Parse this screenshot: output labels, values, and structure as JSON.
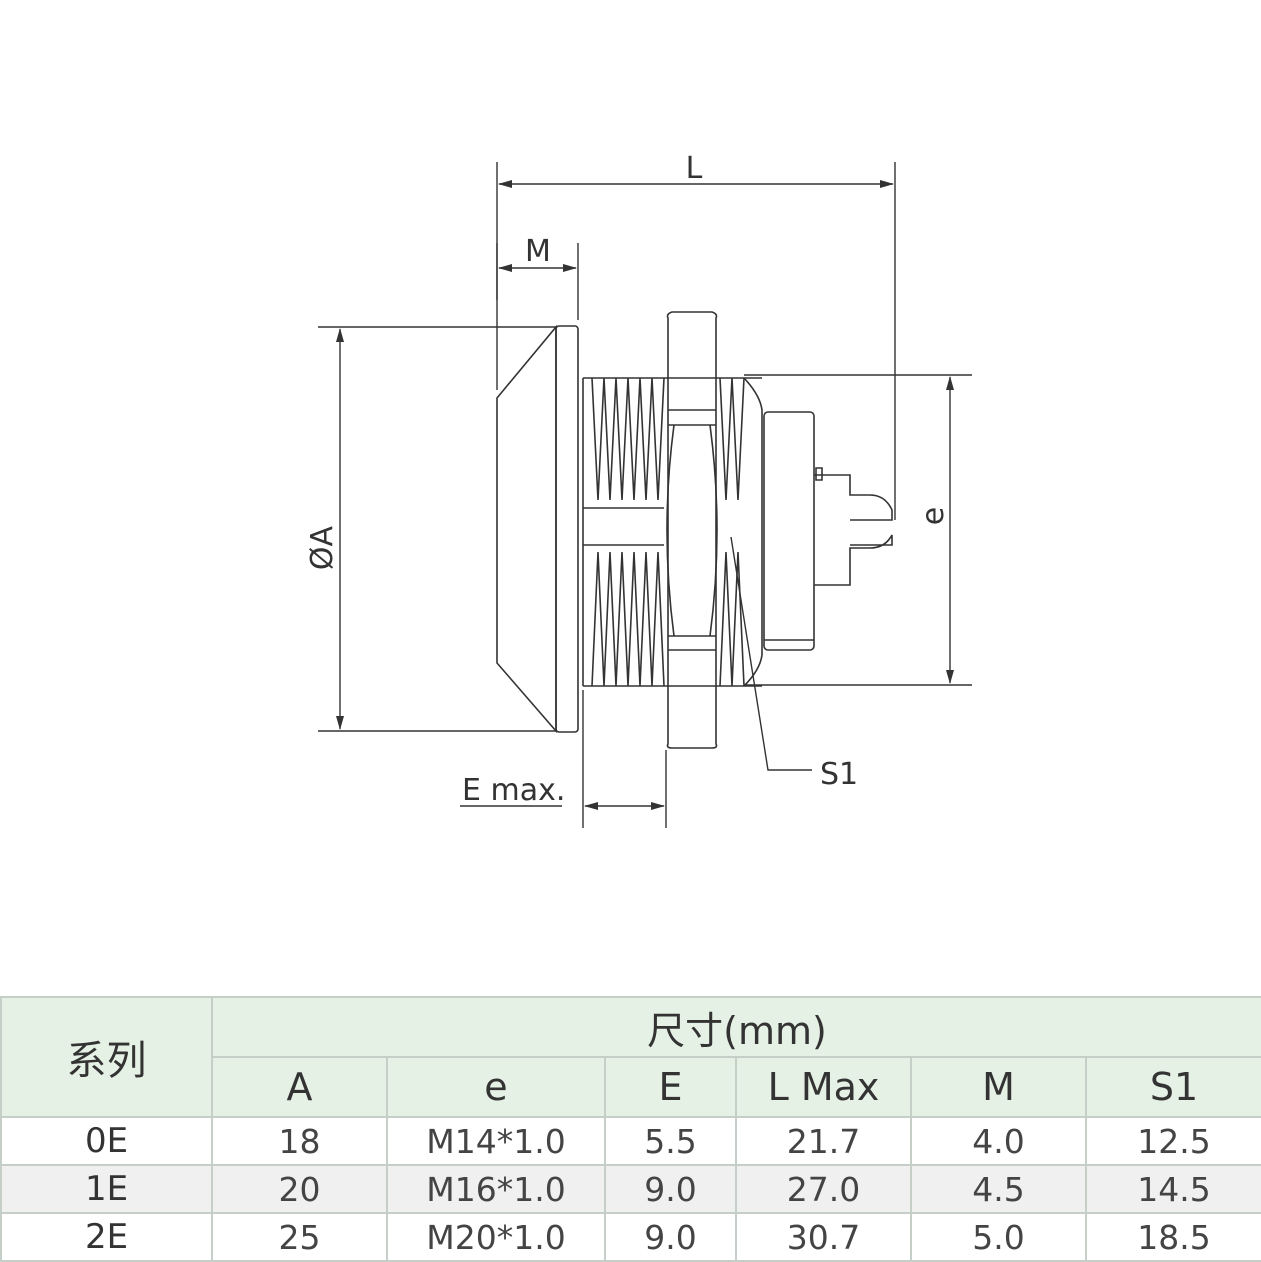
{
  "drawing": {
    "labels": {
      "L": "L",
      "M": "M",
      "A": "ØA",
      "e": "e",
      "S1": "S1",
      "E": "E max."
    }
  },
  "table": {
    "series_header": "系列",
    "group_header": "尺寸(mm)",
    "columns": [
      "A",
      "e",
      "E",
      "L Max",
      "M",
      "S1"
    ],
    "rows": [
      {
        "series": "0E",
        "A": "18",
        "e": "M14*1.0",
        "E": "5.5",
        "L": "21.7",
        "M": "4.0",
        "S1": "12.5"
      },
      {
        "series": "1E",
        "A": "20",
        "e": "M16*1.0",
        "E": "9.0",
        "L": "27.0",
        "M": "4.5",
        "S1": "14.5"
      },
      {
        "series": "2E",
        "A": "25",
        "e": "M20*1.0",
        "E": "9.0",
        "L": "30.7",
        "M": "5.0",
        "S1": "18.5"
      }
    ]
  },
  "colors": {
    "header_bg": "#e6f1e6",
    "border": "#c5cfc7",
    "alt_row_bg": "#f0f0f0",
    "line": "#333333"
  }
}
